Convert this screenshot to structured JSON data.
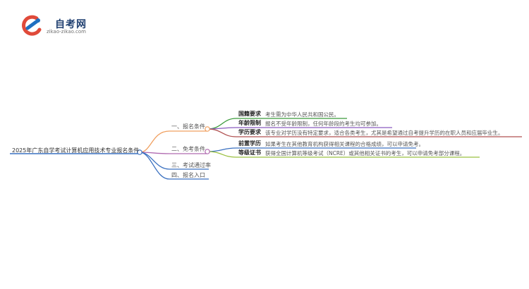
{
  "logo": {
    "title": "自考网",
    "subtitle": "zikao-zikao.com",
    "icon": "zikao-logo-icon"
  },
  "root": {
    "label": "2025年广东自学考试计算机应用技术专业报名条件"
  },
  "branches": [
    {
      "label": "一、报名条件",
      "color": "#f0a060",
      "children": [
        {
          "key": "国籍要求",
          "text": "考生需为中华人民共和国公民。",
          "color": "#3a9a3a"
        },
        {
          "key": "年龄限制",
          "text": "报名不受年龄限制，任何年龄段的考生均可参加。",
          "color": "#8a5bbf"
        },
        {
          "key": "学历要求",
          "text": "该专业对学历没有特定要求，适合各类考生，尤其是希望通过自考提升学历的在职人员和应届毕业生。",
          "color": "#b05050"
        }
      ]
    },
    {
      "label": "二、免考条件",
      "color": "#b06ab0",
      "children": [
        {
          "key": "前置学历",
          "text": "如果考生在其他教育机构获得相关课程的合格成绩，可以申请免考。",
          "color": "#3a70c0"
        },
        {
          "key": "等级证书",
          "text": "获得全国计算机等级考试（NCRE）或其他相关证书的考生，可以申请免考部分课程。",
          "color": "#9ac040"
        }
      ]
    },
    {
      "label": "三、考试通过率",
      "color": "#3a70c0",
      "children": []
    },
    {
      "label": "四、报名入口",
      "color": "#3a70c0",
      "children": []
    }
  ]
}
